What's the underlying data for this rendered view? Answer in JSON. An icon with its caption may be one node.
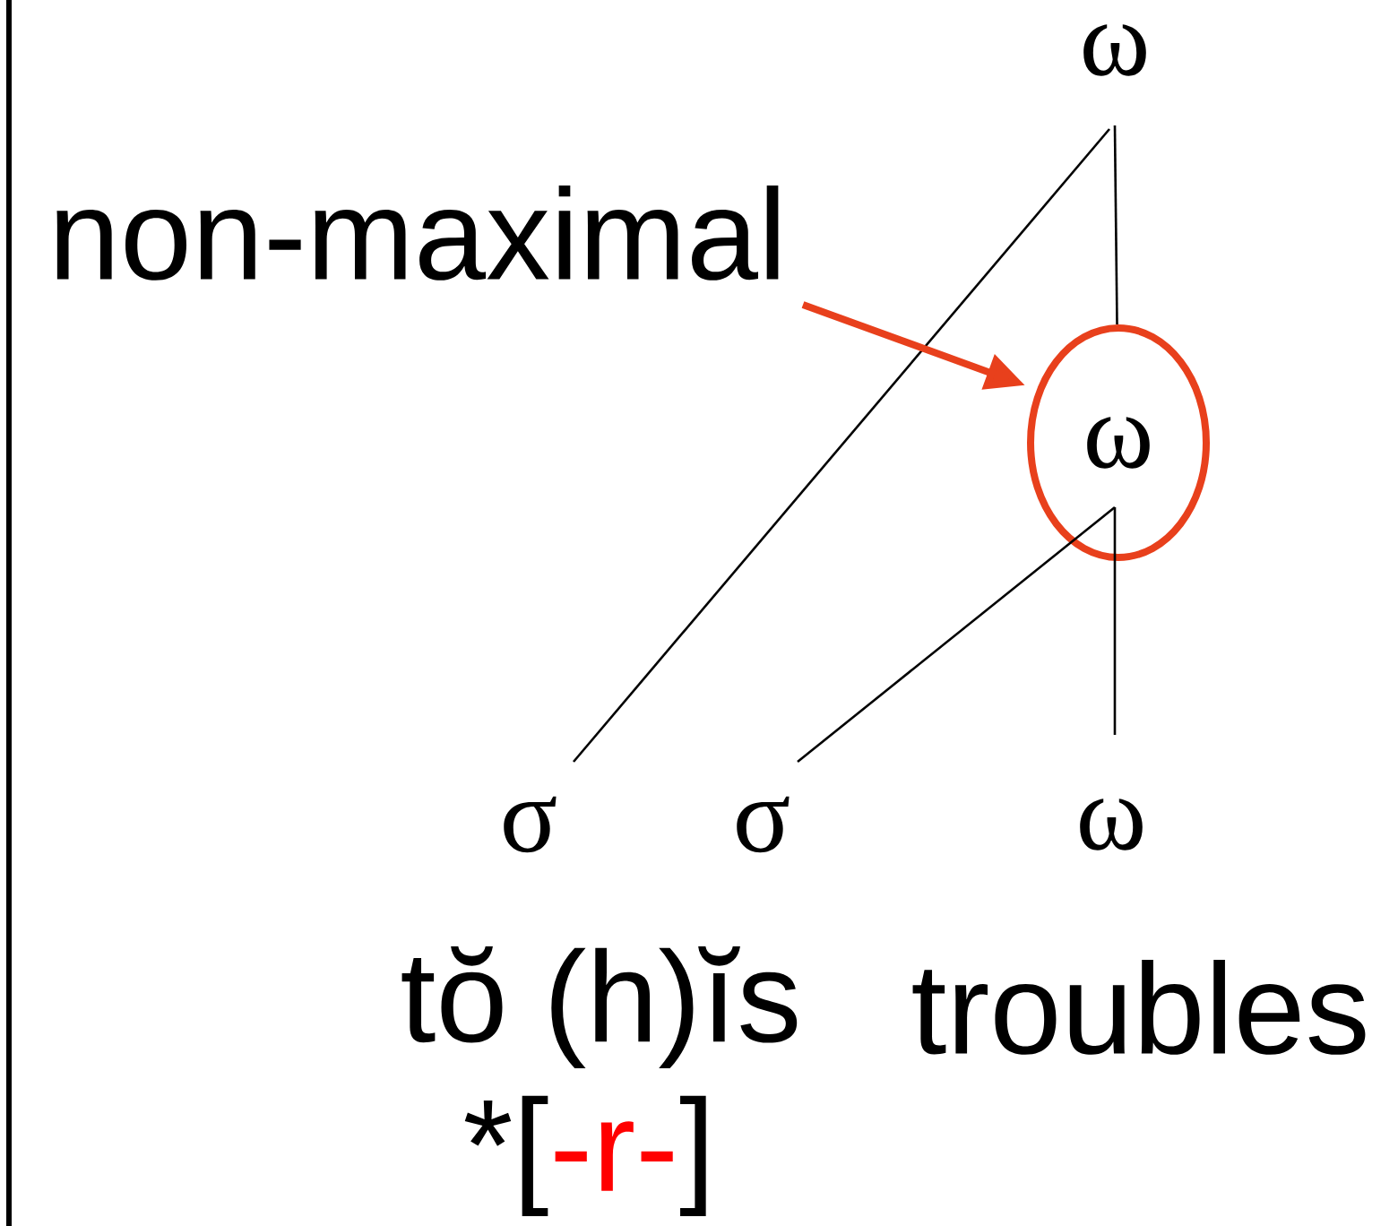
{
  "diagram": {
    "nodes": [
      {
        "text": [
          "ω"
        ]
      },
      {
        "text": [
          "ω"
        ]
      },
      {
        "text": [
          "σ"
        ]
      },
      {
        "text": [
          "σ"
        ]
      },
      {
        "text": [
          "ω"
        ]
      },
      {
        "text": [
          "non-maximal"
        ]
      }
    ],
    "edges": [
      {
        "from": 0,
        "to": 1,
        "arrow": "none"
      },
      {
        "from": 0,
        "to": 2,
        "arrow": "none"
      },
      {
        "from": 1,
        "to": 3,
        "arrow": "none"
      },
      {
        "from": 1,
        "to": 4,
        "arrow": "none"
      },
      {
        "from": 5,
        "to": 1,
        "arrow": "to",
        "style": "thick",
        "color": "#e8401c"
      }
    ],
    "labels": [
      "tŏ (h)ĭs",
      "troubles",
      "*[",
      "-r-",
      "]"
    ]
  }
}
